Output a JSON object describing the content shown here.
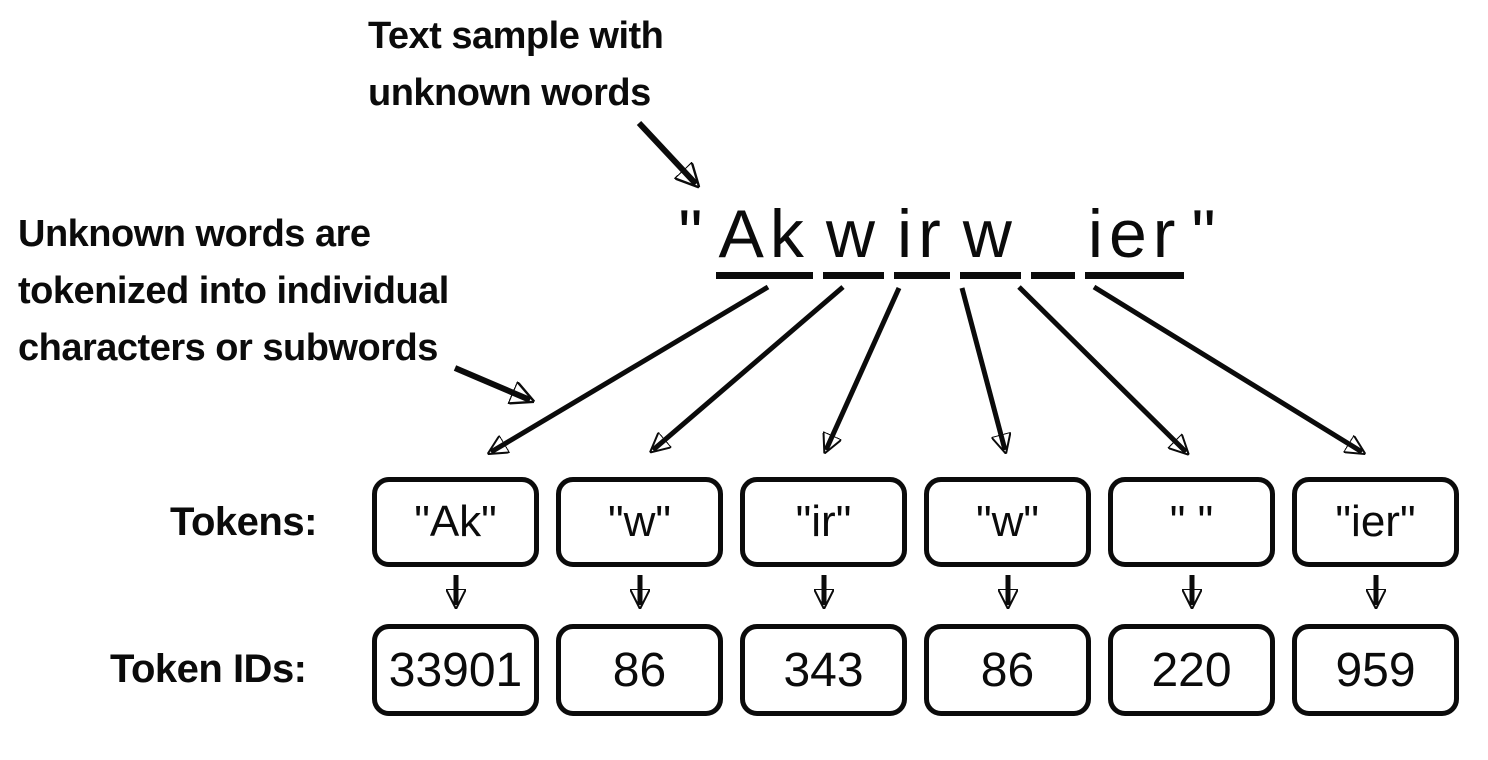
{
  "canvas": {
    "background": "#ffffff",
    "ink": "#0b0b0b"
  },
  "annotations": {
    "top_note": "Text sample with\nunknown words",
    "left_note": "Unknown words are\ntokenized into individual\ncharacters or subwords"
  },
  "sample": {
    "open_quote": "\"",
    "close_quote": "\"",
    "segments": [
      {
        "text": "Ak"
      },
      {
        "text": "w"
      },
      {
        "text": "ir"
      },
      {
        "text": "w"
      },
      {
        "text": " "
      },
      {
        "text": "ier"
      }
    ]
  },
  "token_row": {
    "label": "Tokens:",
    "items": [
      "\"Ak\"",
      "\"w\"",
      "\"ir\"",
      "\"w\"",
      "\" \"",
      "\"ier\""
    ]
  },
  "id_row": {
    "label": "Token IDs:",
    "items": [
      "33901",
      "86",
      "343",
      "86",
      "220",
      "959"
    ]
  }
}
